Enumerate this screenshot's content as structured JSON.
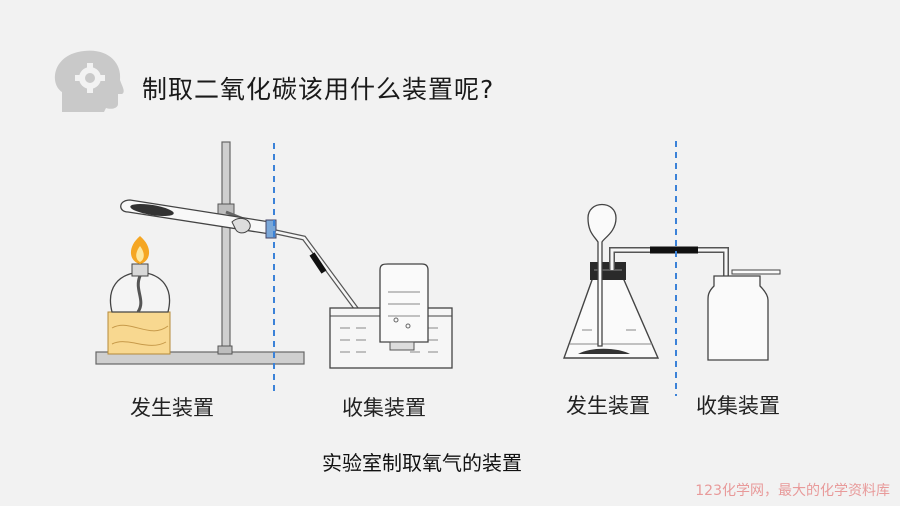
{
  "title": "制取二氧化碳该用什么装置呢?",
  "labels": {
    "left_generation": "发生装置",
    "left_collection": "收集装置",
    "right_generation": "发生装置",
    "right_collection": "收集装置"
  },
  "caption": "实验室制取氧气的装置",
  "watermark": "123化学网，最大的化学资料库",
  "colors": {
    "divider": "#3b82d8",
    "outline": "#555555",
    "flame": "#f5a623",
    "block": "#f8d890"
  }
}
